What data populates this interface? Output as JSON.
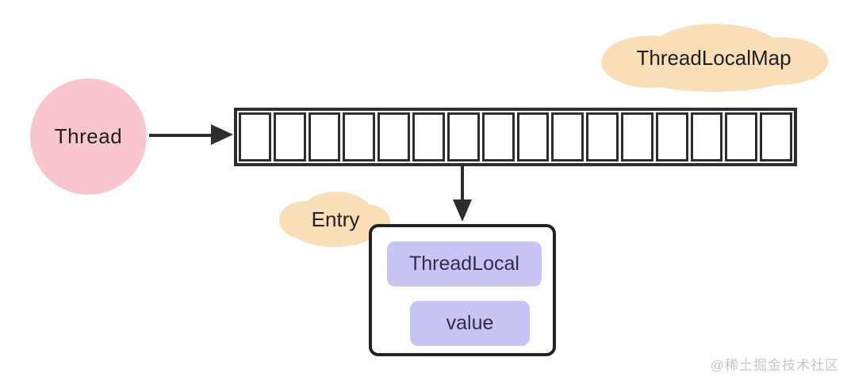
{
  "diagram": {
    "thread": {
      "label": "Thread"
    },
    "map_cloud": {
      "label": "ThreadLocalMap"
    },
    "array": {
      "cell_count": 16
    },
    "entry_cloud": {
      "label": "Entry"
    },
    "entry_box": {
      "fields": [
        {
          "label": "ThreadLocal"
        },
        {
          "label": "value"
        }
      ]
    },
    "watermark": "@稀土掘金技术社区"
  },
  "colors": {
    "thread_fill": "#f8c7ce",
    "cloud_fill": "#fadeb8",
    "field_fill": "#c8c5f5",
    "line": "#2d2d30",
    "label_text": "#1f1f1f",
    "field_text": "#2e2e4a",
    "watermark_text": "#c6c6c6",
    "background": "#ffffff"
  }
}
